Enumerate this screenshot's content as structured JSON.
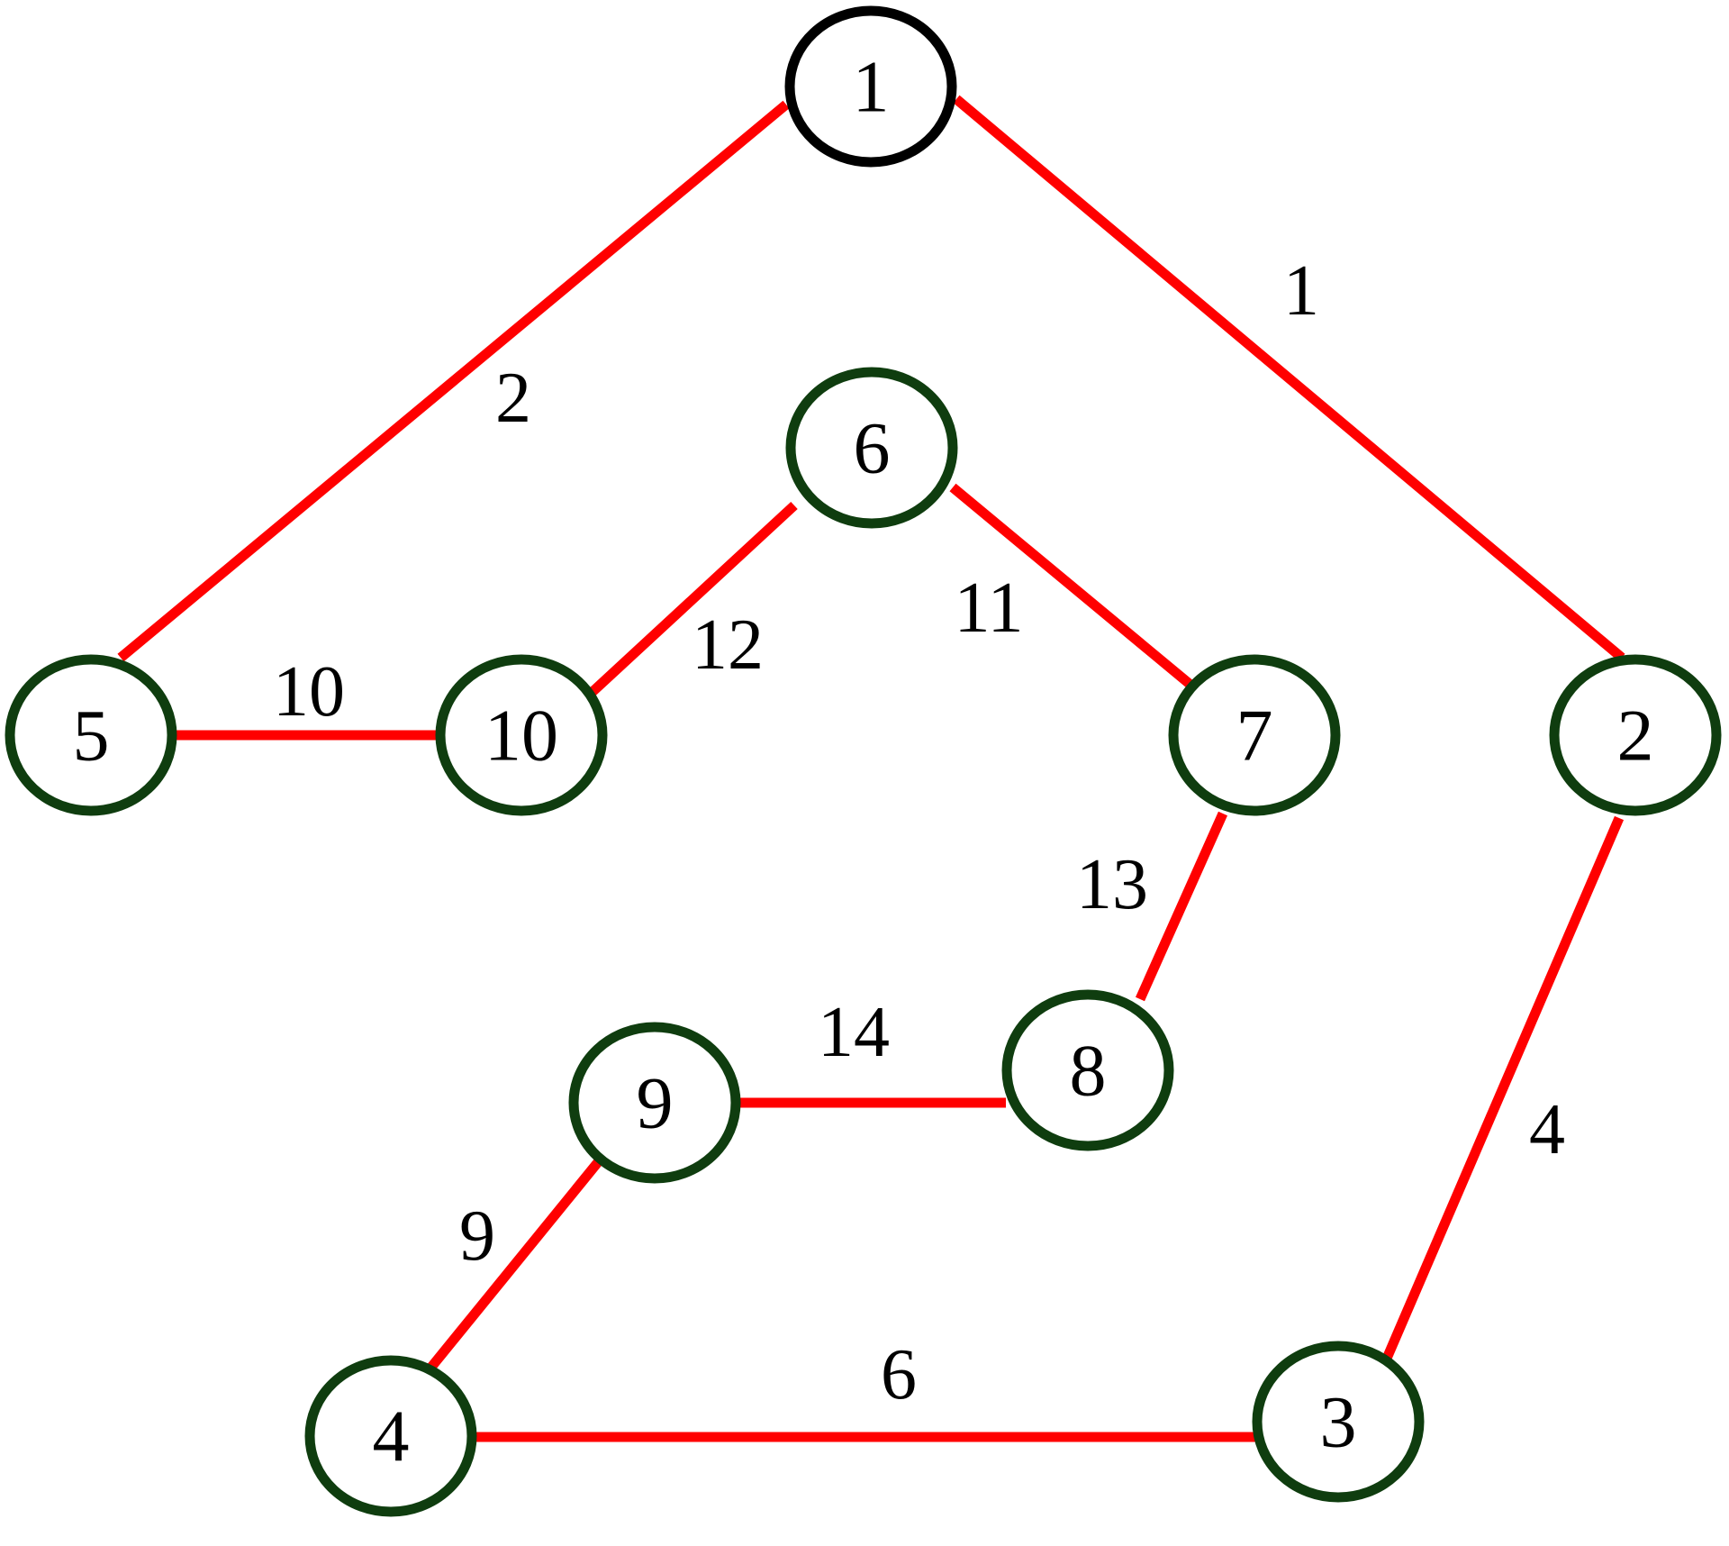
{
  "colors": {
    "edge": "#ff0000",
    "node_stroke": "#0f3d0f",
    "root_stroke": "#000000",
    "label": "#000000",
    "background": "#ffffff"
  },
  "graph": {
    "root": "1",
    "nodes": [
      {
        "id": "1",
        "label": "1"
      },
      {
        "id": "2",
        "label": "2"
      },
      {
        "id": "3",
        "label": "3"
      },
      {
        "id": "4",
        "label": "4"
      },
      {
        "id": "5",
        "label": "5"
      },
      {
        "id": "6",
        "label": "6"
      },
      {
        "id": "7",
        "label": "7"
      },
      {
        "id": "8",
        "label": "8"
      },
      {
        "id": "9",
        "label": "9"
      },
      {
        "id": "10",
        "label": "10"
      }
    ],
    "edges": [
      {
        "from": "1",
        "to": "2",
        "weight": "1"
      },
      {
        "from": "1",
        "to": "5",
        "weight": "2"
      },
      {
        "from": "2",
        "to": "3",
        "weight": "4"
      },
      {
        "from": "3",
        "to": "4",
        "weight": "6"
      },
      {
        "from": "4",
        "to": "9",
        "weight": "9"
      },
      {
        "from": "5",
        "to": "10",
        "weight": "10"
      },
      {
        "from": "6",
        "to": "7",
        "weight": "11"
      },
      {
        "from": "6",
        "to": "10",
        "weight": "12"
      },
      {
        "from": "7",
        "to": "8",
        "weight": "13"
      },
      {
        "from": "9",
        "to": "8",
        "weight": "14"
      }
    ]
  }
}
